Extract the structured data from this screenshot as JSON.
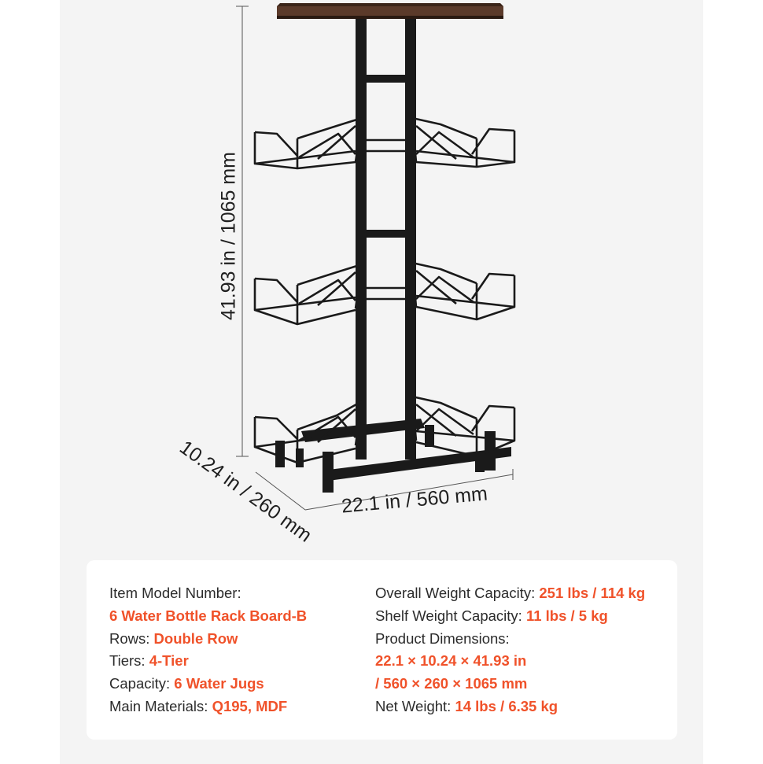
{
  "dimensions": {
    "height": "41.93 in / 1065 mm",
    "depth": "10.24 in / 260 mm",
    "width": "22.1 in / 560 mm"
  },
  "specs": {
    "left": [
      {
        "label": "Item Model Number:",
        "value": ""
      },
      {
        "label": "",
        "value": "6 Water Bottle Rack Board-B"
      },
      {
        "label": "Rows: ",
        "value": "Double Row"
      },
      {
        "label": "Tiers: ",
        "value": "4-Tier"
      },
      {
        "label": "Capacity: ",
        "value": "6 Water Jugs"
      },
      {
        "label": "Main Materials: ",
        "value": "Q195, MDF"
      }
    ],
    "right": [
      {
        "label": "Overall Weight Capacity: ",
        "value": "251 lbs / 114 kg"
      },
      {
        "label": "Shelf Weight Capacity: ",
        "value": "11 lbs / 5 kg"
      },
      {
        "label": "Product Dimensions:",
        "value": ""
      },
      {
        "label": "",
        "value": "22.1 × 10.24 × 41.93 in"
      },
      {
        "label": "",
        "value": "/ 560 × 260 × 1065 mm"
      },
      {
        "label": "Net Weight: ",
        "value": "14 lbs / 6.35 kg"
      }
    ]
  },
  "colors": {
    "accent": "#f0522a",
    "frame": "#1a1a1a",
    "wood_top": "#5b3a2a",
    "panel": "#f4f4f4"
  }
}
